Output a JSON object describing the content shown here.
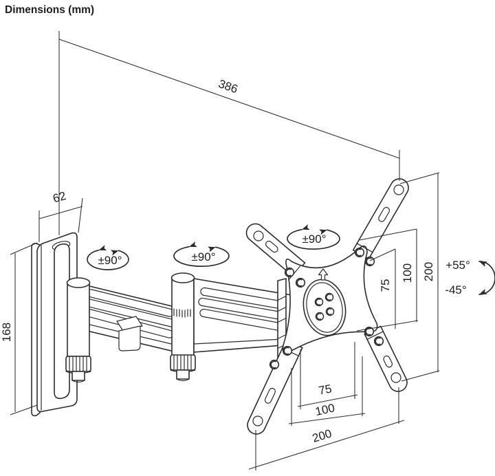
{
  "title": "Dimensions (mm)",
  "colors": {
    "line": "#2b2b2b",
    "background": "#ffffff"
  },
  "labels": {
    "arm_reach": "386",
    "wall_plate_width": "62",
    "wall_plate_height": "168",
    "swivel_wall_joint": "±90°",
    "swivel_elbow_joint": "±90°",
    "swivel_head_joint": "±90°",
    "tilt_up": "+55°",
    "tilt_down": "-45°",
    "vesa_vertical_inner": "75",
    "vesa_vertical_outer": "100",
    "plate_height": "200",
    "vesa_horizontal_inner": "75",
    "vesa_horizontal_outer": "100",
    "plate_width": "200"
  }
}
